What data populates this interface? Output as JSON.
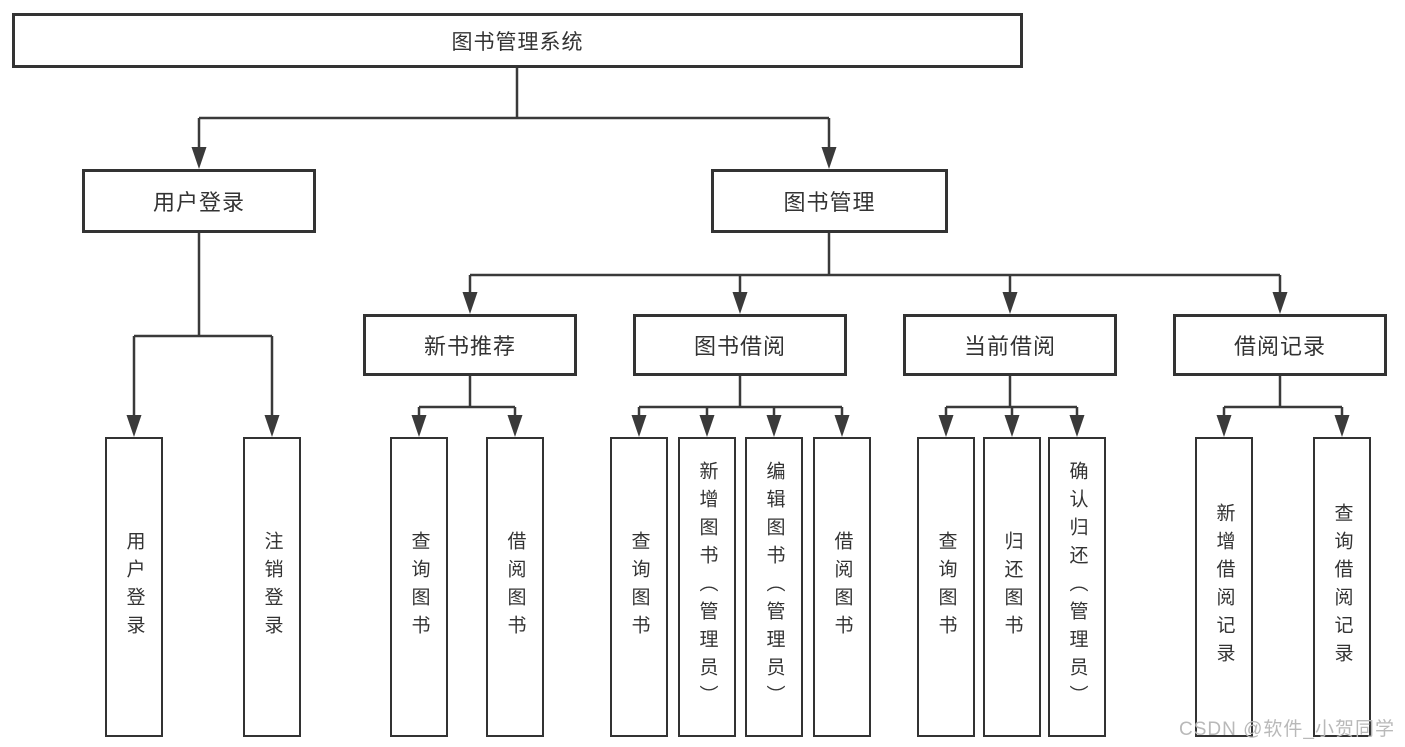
{
  "colors": {
    "background": "#ffffff",
    "line": "#3a3a3a",
    "box_border": "#333333",
    "text": "#333333",
    "watermark": "#b9b9b9"
  },
  "tree": {
    "label": "图书管理系统",
    "children": [
      {
        "label": "用户登录",
        "children": [
          {
            "label": "用户登录"
          },
          {
            "label": "注销登录"
          }
        ]
      },
      {
        "label": "图书管理",
        "children": [
          {
            "label": "新书推荐",
            "children": [
              {
                "label": "查询图书"
              },
              {
                "label": "借阅图书"
              }
            ]
          },
          {
            "label": "图书借阅",
            "children": [
              {
                "label": "查询图书"
              },
              {
                "label": "新增图书（管理员）"
              },
              {
                "label": "编辑图书（管理员）"
              },
              {
                "label": "借阅图书"
              }
            ]
          },
          {
            "label": "当前借阅",
            "children": [
              {
                "label": "查询图书"
              },
              {
                "label": "归还图书"
              },
              {
                "label": "确认归还（管理员）"
              }
            ]
          },
          {
            "label": "借阅记录",
            "children": [
              {
                "label": "新增借阅记录"
              },
              {
                "label": "查询借阅记录"
              }
            ]
          }
        ]
      }
    ]
  },
  "watermark": {
    "text": "CSDN @软件_小贺同学"
  }
}
